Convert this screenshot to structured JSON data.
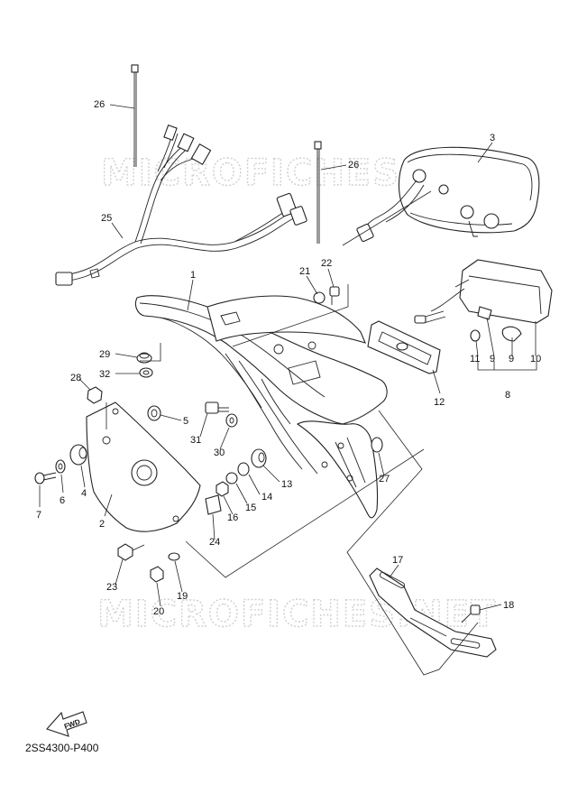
{
  "watermark": "MICROFICHES.NET",
  "diagram_code": "2SS4300-P400",
  "fwd_label": "FWD",
  "callouts": [
    {
      "id": "26a",
      "text": "26"
    },
    {
      "id": "26b",
      "text": "26"
    },
    {
      "id": "3",
      "text": "3"
    },
    {
      "id": "25",
      "text": "25"
    },
    {
      "id": "21",
      "text": "21"
    },
    {
      "id": "22",
      "text": "22"
    },
    {
      "id": "1",
      "text": "1"
    },
    {
      "id": "29",
      "text": "29"
    },
    {
      "id": "32",
      "text": "32"
    },
    {
      "id": "28",
      "text": "28"
    },
    {
      "id": "5",
      "text": "5"
    },
    {
      "id": "31",
      "text": "31"
    },
    {
      "id": "30",
      "text": "30"
    },
    {
      "id": "11",
      "text": "11"
    },
    {
      "id": "9a",
      "text": "9"
    },
    {
      "id": "9b",
      "text": "9"
    },
    {
      "id": "10",
      "text": "10"
    },
    {
      "id": "8",
      "text": "8"
    },
    {
      "id": "12",
      "text": "12"
    },
    {
      "id": "7",
      "text": "7"
    },
    {
      "id": "6",
      "text": "6"
    },
    {
      "id": "4",
      "text": "4"
    },
    {
      "id": "2",
      "text": "2"
    },
    {
      "id": "13",
      "text": "13"
    },
    {
      "id": "14",
      "text": "14"
    },
    {
      "id": "15",
      "text": "15"
    },
    {
      "id": "16",
      "text": "16"
    },
    {
      "id": "27",
      "text": "27"
    },
    {
      "id": "24",
      "text": "24"
    },
    {
      "id": "23",
      "text": "23"
    },
    {
      "id": "19",
      "text": "19"
    },
    {
      "id": "20",
      "text": "20"
    },
    {
      "id": "17",
      "text": "17"
    },
    {
      "id": "18",
      "text": "18"
    }
  ]
}
